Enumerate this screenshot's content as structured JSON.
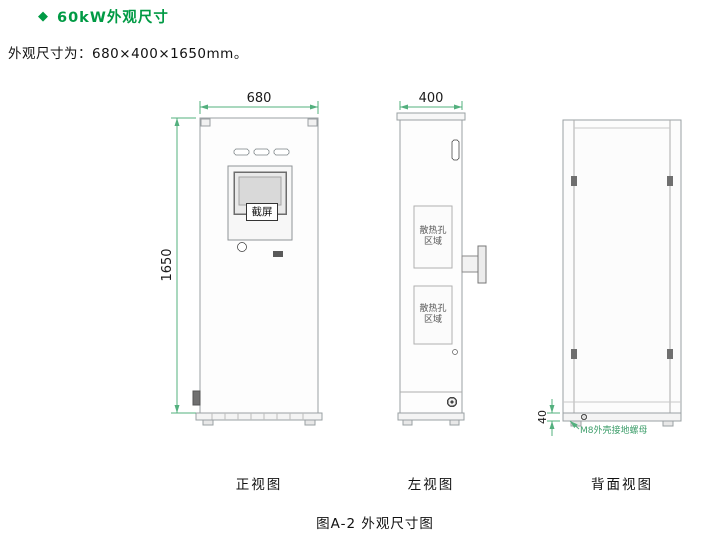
{
  "page": {
    "bullet": "◆",
    "heading": "60kW外观尺寸",
    "intro": "外观尺寸为：680×400×1650mm。",
    "caption": "图A-2 外观尺寸图"
  },
  "figure": {
    "front_view": {
      "label": "正视图",
      "width_dim": "680",
      "height_dim": "1650",
      "screen_label": "截屏"
    },
    "left_view": {
      "label": "左视图",
      "depth_dim": "400",
      "vent_top_label": "散热孔区域",
      "vent_bottom_label": "散热孔区域"
    },
    "back_view": {
      "label": "背面视图",
      "base_height_dim": "40",
      "ground_label": "M8外壳接地螺母"
    }
  },
  "colors": {
    "heading_green": "#009A44",
    "dimension_green": "#53B07E",
    "drawing_gray": "#9AA0A3"
  }
}
